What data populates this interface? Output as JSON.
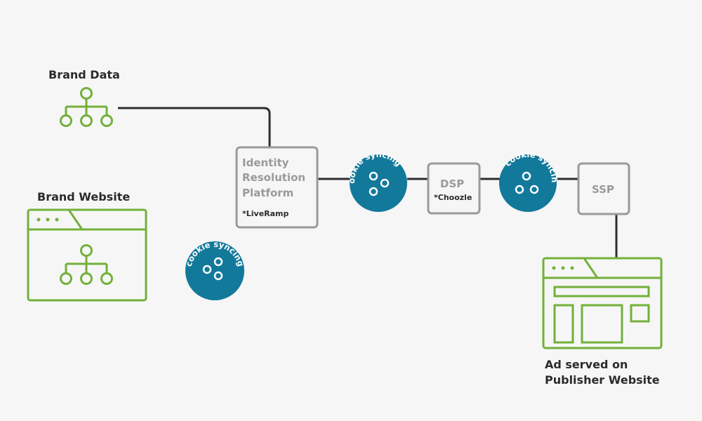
{
  "labels": {
    "brand_data": "Brand Data",
    "brand_website": "Brand Website",
    "ad_served_line1": "Ad served on",
    "ad_served_line2": "Publisher Website"
  },
  "boxes": {
    "idp": {
      "line1": "Identity",
      "line2": "Resolution",
      "line3": "Platform",
      "sub": "*LiveRamp"
    },
    "dsp": {
      "title": "DSP",
      "sub": "*Choozle"
    },
    "ssp": {
      "title": "SSP"
    }
  },
  "cookie_syncing": "cookie syncing",
  "icons": {
    "brand_data": "hierarchy-icon",
    "brand_website": "browser-window-icon",
    "publisher_website": "browser-window-icon",
    "cookie": "cookie-dots-icon"
  },
  "colors": {
    "green": "#73b03a",
    "teal": "#12799b",
    "dark_line": "#2d2d33",
    "box_border": "#9a9a9a",
    "box_text": "#9a9a9a",
    "label_text": "#2b2b2b",
    "background": "#f6f6f6"
  }
}
